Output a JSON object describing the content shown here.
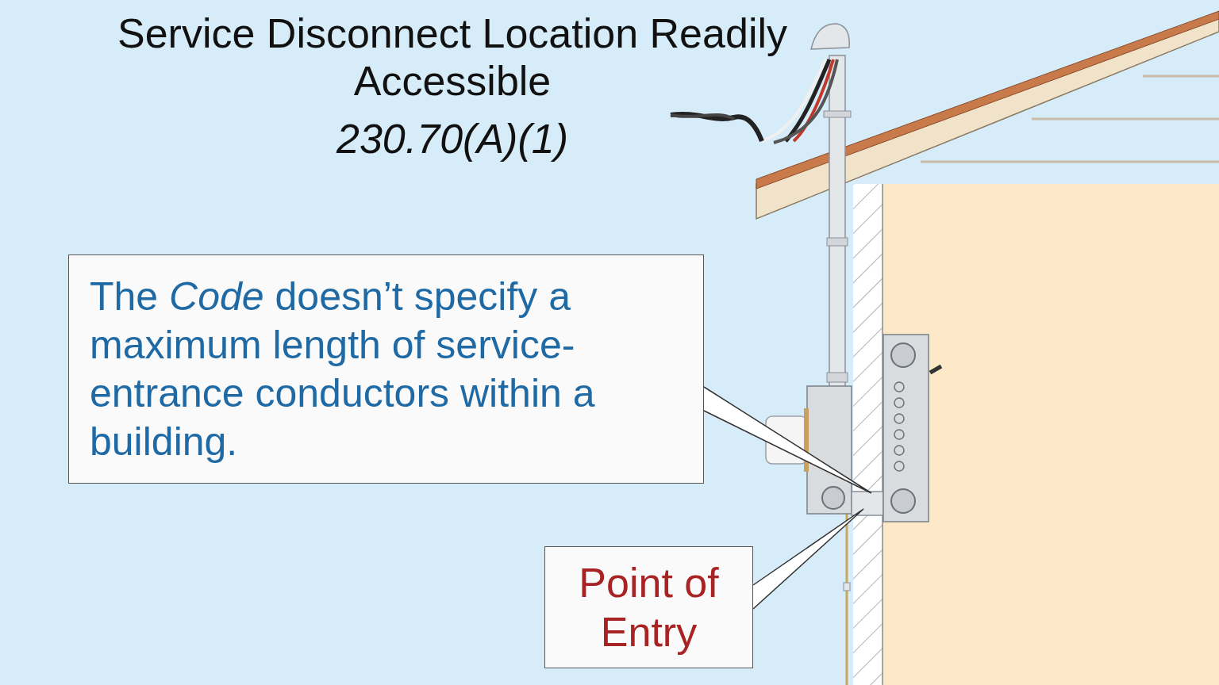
{
  "diagram": {
    "title": "Service Disconnect Location Readily Accessible",
    "nodes": [
      {
        "text": [
          "The Code doesn’t specify a maximum length of service-entrance conductors within a building."
        ]
      },
      {
        "text": [
          "Point of Entry"
        ]
      }
    ],
    "labels": [
      "230.70(A)(1)"
    ]
  }
}
